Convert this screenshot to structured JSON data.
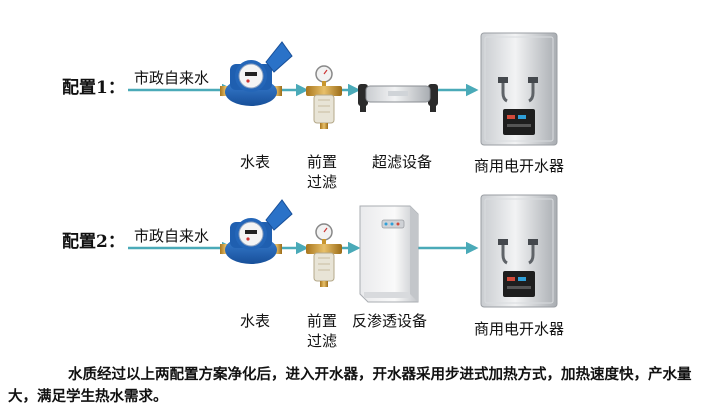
{
  "rows": [
    {
      "config_label": "配置1：",
      "source_label": "市政自来水",
      "labels": {
        "meter": "水表",
        "prefilter": [
          "前置",
          "过滤"
        ],
        "treatment": "超滤设备",
        "boiler": "商用电开水器"
      }
    },
    {
      "config_label": "配置2：",
      "source_label": "市政自来水",
      "labels": {
        "meter": "水表",
        "prefilter": [
          "前置",
          "过滤"
        ],
        "treatment": "反渗透设备",
        "boiler": "商用电开水器"
      }
    }
  ],
  "note": "水质经过以上两配置方案净化后，进入开水器，开水器采用步进式加热方式，加热速度快，产水量大，满足学生热水需求。",
  "colors": {
    "arrow": "#4aaab8",
    "meter_blue": "#1f5fb0",
    "brass": "#c8962e",
    "steel": "#b9bcc0"
  },
  "icons": [
    "water-meter-icon",
    "prefilter-icon",
    "ultrafiltration-icon",
    "reverse-osmosis-icon",
    "water-boiler-icon"
  ]
}
